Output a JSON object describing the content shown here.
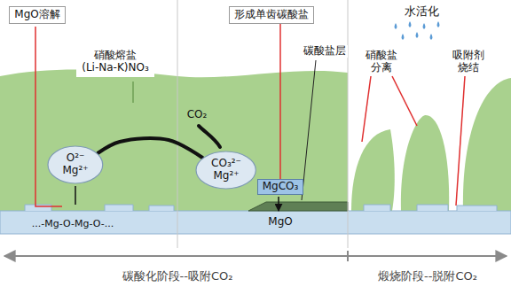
{
  "diagram": {
    "nodes": [
      {
        "text": [
          "MgO溶解"
        ]
      },
      {
        "text": [
          "硝酸熔盐",
          "(Li-Na-K)NO₃"
        ]
      },
      {
        "text": [
          "形成单齿碳酸盐"
        ]
      },
      {
        "text": [
          "O²⁻",
          "Mg²⁺"
        ]
      },
      {
        "text": [
          "CO₃²⁻",
          "Mg²⁺"
        ]
      },
      {
        "text": [
          "MgCO₃"
        ]
      }
    ],
    "edges": [
      {
        "from": 3,
        "to": 4,
        "arrow": "none"
      },
      {
        "from": 2,
        "to": 5,
        "arrow": "none"
      }
    ],
    "labels": [
      "CO₂",
      "碳酸盐层",
      "水活化",
      "硝酸盐 分离",
      "吸附剂 烧结",
      "MgO",
      "...-Mg-O-Mg-O-...",
      "碳酸化阶段--吸附CO₂",
      "煅烧阶段--脱附CO₂"
    ]
  }
}
